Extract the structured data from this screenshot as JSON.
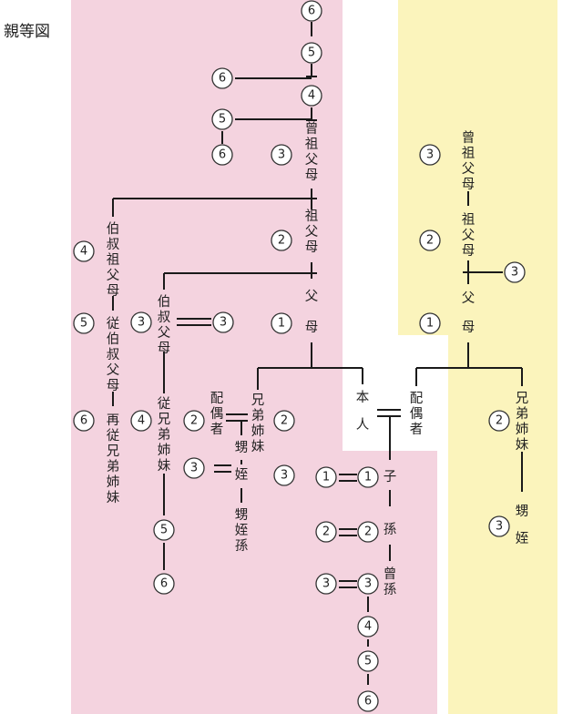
{
  "title": "親等図",
  "colors": {
    "blood_region": "#f4d3df",
    "affinity_region": "#fbf4bc",
    "line": "#1a1a1a"
  },
  "labels": {
    "honnin": "本人",
    "fubo": "父母",
    "sofubo": "祖父母",
    "sosofubo": "曾祖父母",
    "oji_oba": "伯叔父母",
    "oji_oba_grand": "伯叔祖父母",
    "kyodai": "兄弟姉妹",
    "itoko": "従兄弟姉妹",
    "jukyodai": "従伯叔父母",
    "haitoko": "再従兄弟姉妹",
    "oi_mei": "甥姪",
    "oi_mei_son": "甥姪孫",
    "ko": "子",
    "mago": "孫",
    "himago": "曾孫",
    "haigusha": "配偶者",
    "haigusha_spouse": "配偶者",
    "spouse_fubo": "父母",
    "spouse_sofubo": "祖父母",
    "spouse_sosofubo": "曾祖父母",
    "spouse_kyodai": "兄弟姉妹",
    "spouse_oi_mei": "甥姪"
  },
  "degrees": {
    "top6": "6",
    "top5": "5",
    "top4": "4",
    "anc_side6": "6",
    "anc_side5": "5",
    "anc_side6b": "6",
    "sosofubo": "3",
    "sofubo": "2",
    "fubo": "1",
    "ojioba_gp": "4",
    "jukyodai": "5",
    "haitoko": "6",
    "ojioba_left": "3",
    "ojioba_right": "3",
    "itoko": "4",
    "itoko5": "5",
    "itoko6": "6",
    "spouse_kyodai": "2",
    "kyodai": "2",
    "oimei_sp": "3",
    "oimei": "3",
    "child_sp": "1",
    "child": "1",
    "grand_sp": "2",
    "grand": "2",
    "ggrand_sp": "3",
    "ggrand": "3",
    "d4": "4",
    "d5": "5",
    "d6": "6",
    "aff_sosofubo": "3",
    "aff_sofubo": "2",
    "aff_side": "3",
    "aff_fubo": "1",
    "aff_kyodai": "2",
    "aff_oimei": "3"
  }
}
